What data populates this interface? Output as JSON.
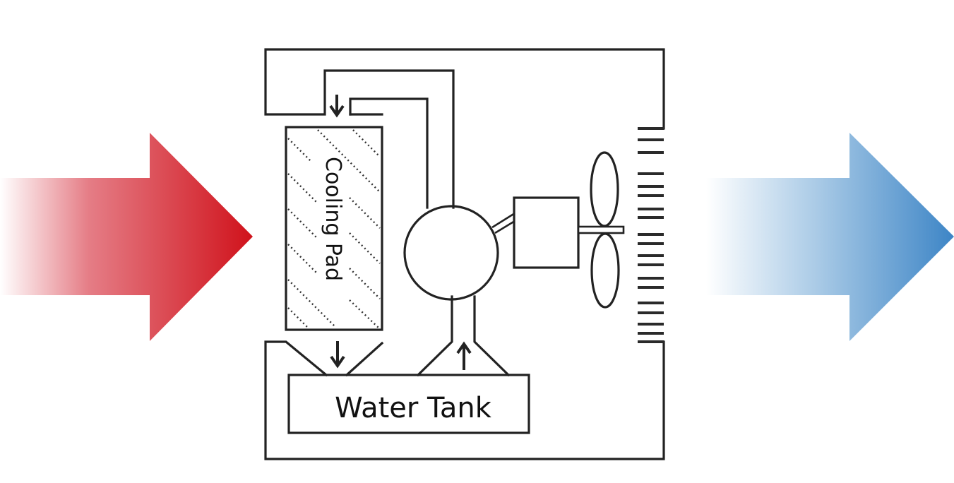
{
  "diagram": {
    "title": "Evaporative air cooler working principle",
    "labels": {
      "cooling_pad": "Cooling Pad",
      "water_tank": "Water Tank"
    },
    "airflow": {
      "inlet": {
        "name": "hot-air-inlet",
        "meaning": "warm air in",
        "color_start": "#ffffff",
        "color_end": "#d0121b"
      },
      "outlet": {
        "name": "cool-air-outlet",
        "meaning": "cool air out",
        "color_start": "#ffffff",
        "color_end": "#3d85c6"
      }
    },
    "components": [
      "Cooling Pad",
      "Water Tank",
      "Pump",
      "Motor",
      "Fan",
      "Air Grille"
    ],
    "flow_arrows": [
      "water down onto pad",
      "water drains to tank",
      "water pumped up from tank"
    ],
    "grille_slats": 17,
    "line_color": "#222222"
  }
}
